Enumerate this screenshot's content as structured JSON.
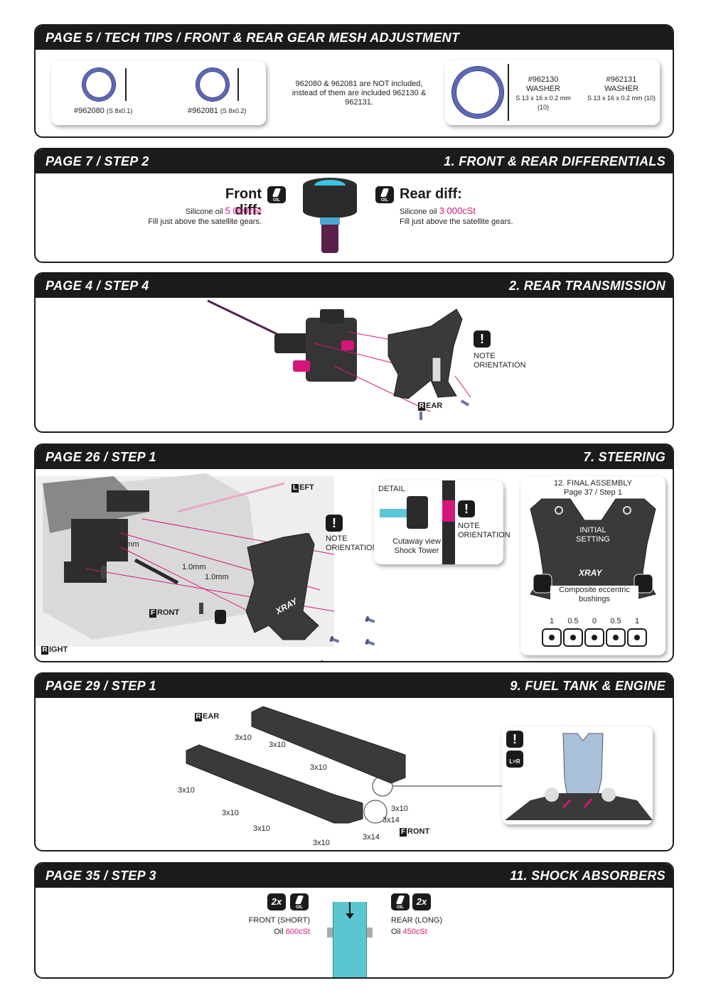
{
  "sections": [
    {
      "left": "PAGE 5 / TECH TIPS / FRONT & REAR GEAR MESH ADJUSTMENT",
      "right": "",
      "washer1_part": "#962080",
      "washer1_spec": "(S 8x0.1)",
      "washer2_part": "#962081",
      "washer2_spec": "(S 8x0.2)",
      "note_line1": "962080 & 962081 are NOT included,",
      "note_line2": "instead of them are included 962130 & 962131.",
      "washer3_part": "#962130",
      "washer3_name": "WASHER",
      "washer3_spec": "S 13 x 16 x 0.2 mm (10)",
      "washer4_part": "#962131",
      "washer4_name": "WASHER",
      "washer4_spec": "S 13 x 16 x 0.2 mm (10)"
    },
    {
      "left": "PAGE 7 / STEP 2",
      "right": "1. FRONT & REAR DIFFERENTIALS",
      "front_title": "Front diff:",
      "front_oil_prefix": "Silicone oil ",
      "front_oil_value": "5 000cSt",
      "front_fill": "Fill just above the satellite gears.",
      "rear_title": "Rear diff:",
      "rear_oil_prefix": "Silicone oil ",
      "rear_oil_value": "3 000cSt",
      "rear_fill": "Fill just above the satellite gears.",
      "oil_tag": "OIL"
    },
    {
      "left": "PAGE 4 / STEP 4",
      "right": "2. REAR  TRANSMISSION",
      "note_1": "NOTE",
      "note_2": "ORIENTATION",
      "rear_label": "EAR",
      "rear_letter": "R"
    },
    {
      "left": "PAGE 26 / STEP 1",
      "right": "7. STEERING",
      "left_letter": "L",
      "left_label": "EFT",
      "front_letter": "F",
      "front_label": "RONT",
      "right_letter": "R",
      "right_label": "IGHT",
      "dim_1": "2.0mm",
      "dim_2": "1.0mm",
      "dim_3": "1.0mm",
      "note_1": "NOTE",
      "note_2": "ORIENTATION",
      "detail": "DETAIL",
      "cutaway_1": "Cutaway view",
      "cutaway_2": "Shock Tower",
      "final_1": "12. FINAL ASSEMBLY",
      "final_2": "Page 37 / Step 1",
      "initial_1": "INITIAL",
      "initial_2": "SETTING",
      "brand": "XRAY",
      "composite_1": "Composite eccentric",
      "composite_2": "bushings",
      "bushing_values": [
        "1",
        "0.5",
        "0",
        "0.5",
        "1"
      ]
    },
    {
      "left": "PAGE 29 / STEP 1",
      "right": "9. FUEL TANK & ENGINE",
      "rear_letter": "R",
      "rear_label": "EAR",
      "front_letter": "F",
      "front_label": "RONT",
      "screws": [
        "3x10",
        "3x10",
        "3x10",
        "3x10",
        "3x10",
        "3x10",
        "3x10",
        "3x10",
        "3x14",
        "3x14"
      ],
      "lr_tag": "L=R"
    },
    {
      "left": "PAGE 35 / STEP 3",
      "right": "11. SHOCK ABSORBERS",
      "qty": "2x",
      "oil_tag": "OIL",
      "front_label": "FRONT (SHORT)",
      "front_oil_prefix": "Oil ",
      "front_oil_value": "600cSt",
      "rear_label": "REAR (LONG)",
      "rear_oil_prefix": "Oil ",
      "rear_oil_value": "450cSt"
    }
  ]
}
